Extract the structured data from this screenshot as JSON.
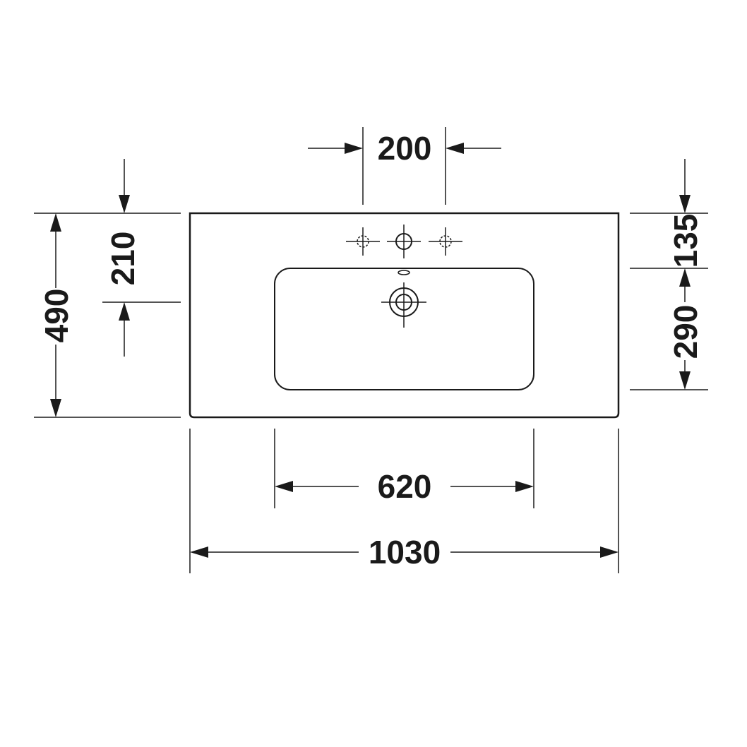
{
  "dimensions": {
    "top_hole_spacing": "200",
    "left_depth_to_holes": "210",
    "total_depth": "490",
    "right_top_to_bowl": "135",
    "bowl_depth": "290",
    "bowl_width": "620",
    "total_width": "1030"
  },
  "colors": {
    "ink": "#1a1a1a",
    "background": "#ffffff"
  }
}
